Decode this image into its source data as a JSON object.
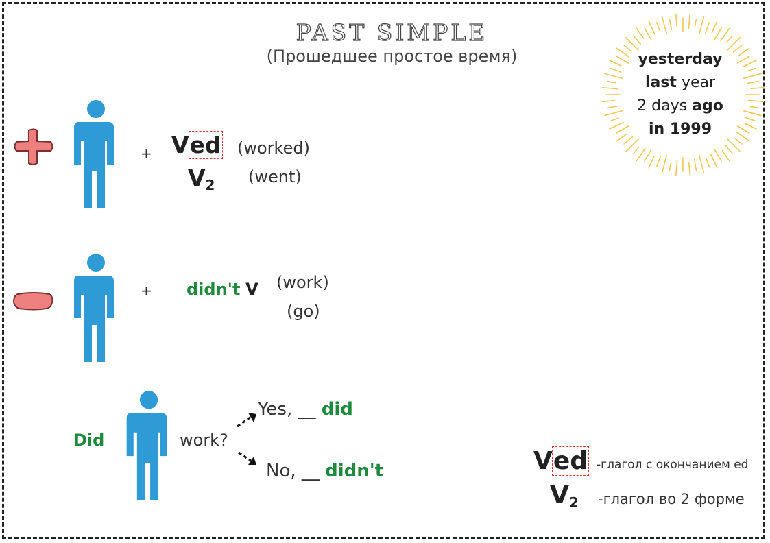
{
  "header": {
    "title": "PAST SIMPLE",
    "subtitle": "(Прошедшее простое время)"
  },
  "time_markers": [
    {
      "bold": "yesterday",
      "rest": ""
    },
    {
      "bold": "last",
      "rest": " year"
    },
    {
      "pre": "2 days ",
      "bold": "ago"
    },
    {
      "bold": "in 1999",
      "rest": ""
    }
  ],
  "affirmative": {
    "plus": "+",
    "formula_v": "V",
    "formula_ed": "ed",
    "formula_v2": "V",
    "formula_v2_sub": "2",
    "example1": "(worked)",
    "example2": "(went)"
  },
  "negative": {
    "plus": "+",
    "aux": "didn't",
    "verb": "V",
    "example1": "(work)",
    "example2": "(go)"
  },
  "question": {
    "aux": "Did",
    "verb": "work?",
    "yes_prefix": "Yes, __ ",
    "yes_aux": "did",
    "no_prefix": "No, __ ",
    "no_aux": "didn't"
  },
  "legend": {
    "ved_v": "V",
    "ved_ed": "ed",
    "ved_desc": "-глагол с окончанием ed",
    "v2_v": "V",
    "v2_sub": "2",
    "v2_desc": "-глагол во 2 форме"
  },
  "colors": {
    "person": "#2f9bd6",
    "plus_sign": "#ef8080",
    "minus_sign": "#ef8080",
    "sign_outline": "#7a3030",
    "green": "#1e8a3c",
    "sun": "#f0c850"
  }
}
